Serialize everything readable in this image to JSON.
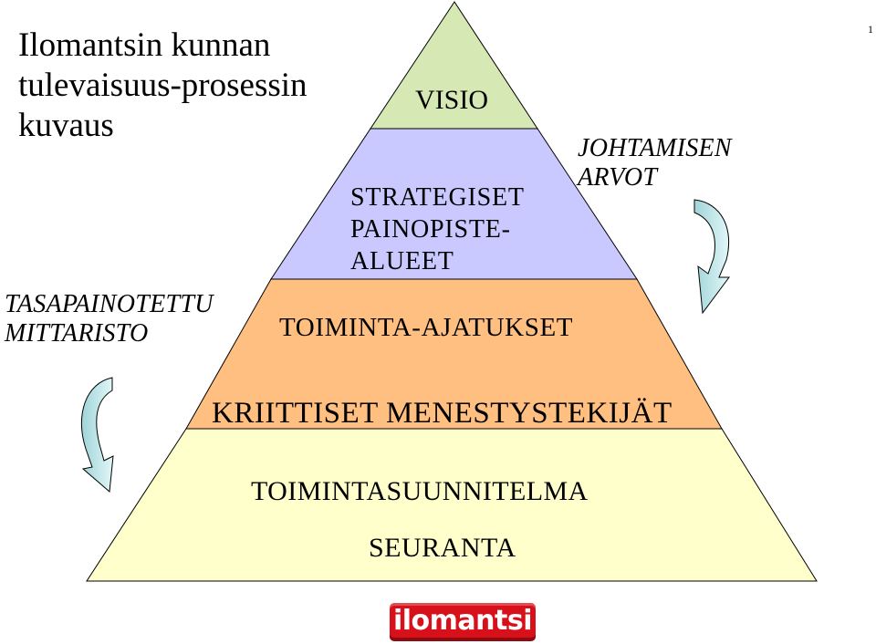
{
  "title": "Ilomantsin kunnan tulevaisuus-prosessin kuvaus",
  "page_number": "1",
  "left_label": {
    "line1": "TASAPAINOTETTU",
    "line2": "MITTARISTO"
  },
  "right_label": {
    "line1": "JOHTAMISEN",
    "line2": "ARVOT"
  },
  "pyramid": {
    "visio": "VISIO",
    "strategiset": {
      "line1": "STRATEGISET",
      "line2": "PAINOPISTE-",
      "line3": "ALUEET"
    },
    "toiminta_ajatukset": "TOIMINTA-AJATUKSET",
    "kriittiset": "KRIITTISET MENESTYSTEKIJÄT",
    "toimintasuunnitelma": "TOIMINTASUUNNITELMA",
    "seuranta": "SEURANTA"
  },
  "logo_text": "ilomantsi",
  "colors": {
    "tier_visio": "#d6e9b5",
    "tier_strategiset": "#c9c9ff",
    "tier_toiminta": "#ffbf80",
    "tier_base": "#ffffcc",
    "arrow_fill": "#cfeef0",
    "logo_red": "#d8101a"
  }
}
